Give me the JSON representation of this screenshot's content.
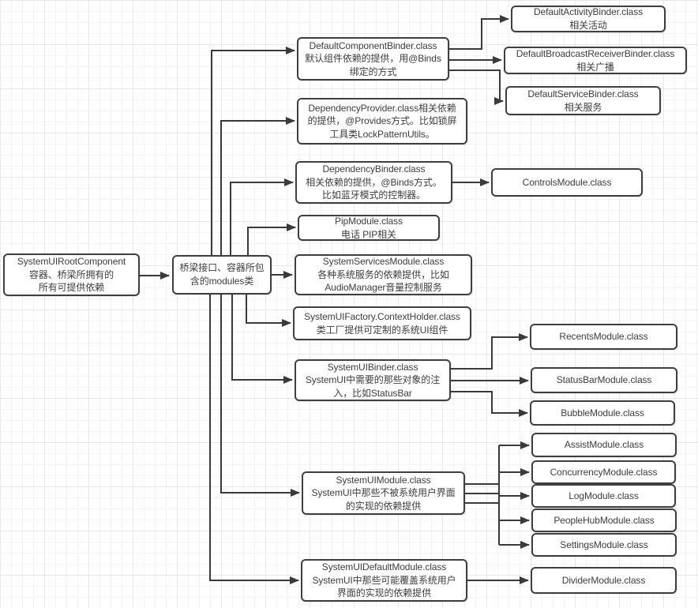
{
  "diagram": {
    "title": "SystemUI dependency injection modules diagram",
    "colors": {
      "node_border": "#3f3f3f",
      "node_fill": "#ffffff",
      "connector": "#3a3a3a",
      "text": "#3d3d3d",
      "grid_minor": "#f4f4f4",
      "grid_major": "#e8e8e8"
    }
  },
  "nodes": {
    "root": {
      "label": "SystemUIRootComponent\n容器、桥梁所拥有的\n所有可提供依赖"
    },
    "bridge": {
      "label": "桥梁接口、容器所包\n含的modules类"
    },
    "default_component_binder": {
      "label": "DefaultComponentBinder.class\n默认组件依赖的提供，用@Binds\n绑定的方式"
    },
    "dependency_provider": {
      "label": "DependencyProvider.class相关依赖\n的提供，@Provides方式。比如锁屏\n工具类LockPatternUtils。"
    },
    "dependency_binder": {
      "label": "DependencyBinder.class\n相关依赖的提供，@Binds方式。\n比如蓝牙模式的控制器。"
    },
    "pip_module": {
      "label": "PipModule.class\n电话 PIP相关"
    },
    "system_services_module": {
      "label": "SystemServicesModule.class\n各种系统服务的依赖提供，比如\nAudioManager音量控制服务"
    },
    "systemui_factory_context_holder": {
      "label": "SystemUIFactory.ContextHolder.class\n类工厂提供可定制的系统UI组件"
    },
    "systemui_binder": {
      "label": "SystemUIBinder.class\nSystemUI中需要的那些对象的注\n入，比如StatusBar"
    },
    "systemui_module": {
      "label": "SystemUIModule.class\nSystemUI中那些不被系统用户界面\n的实现的依赖提供"
    },
    "systemui_default_module": {
      "label": "SystemUIDefaultModule.class\nSystemUI中那些可能覆盖系统用户\n界面的实现的依赖提供"
    },
    "default_activity_binder": {
      "label": "DefaultActivityBinder.class\n相关活动"
    },
    "default_broadcast_receiver_binder": {
      "label": "DefaultBroadcastReceiverBinder.class\n相关广播"
    },
    "default_service_binder": {
      "label": "DefaultServiceBinder.class\n相关服务"
    },
    "controls_module": {
      "label": "ControlsModule.class"
    },
    "recents_module": {
      "label": "RecentsModule.class"
    },
    "statusbar_module": {
      "label": "StatusBarModule.class"
    },
    "bubble_module": {
      "label": "BubbleModule.class"
    },
    "assist_module": {
      "label": "AssistModule.class"
    },
    "concurrency_module": {
      "label": "ConcurrencyModule.class"
    },
    "log_module": {
      "label": "LogModule.class"
    },
    "peoplehub_module": {
      "label": "PeopleHubModule.class"
    },
    "settings_module": {
      "label": "SettingsModule.class"
    },
    "divider_module": {
      "label": "DividerModule.class"
    }
  },
  "edges": [
    {
      "from": "root",
      "to": "bridge"
    },
    {
      "from": "bridge",
      "to": "default_component_binder"
    },
    {
      "from": "bridge",
      "to": "dependency_provider"
    },
    {
      "from": "bridge",
      "to": "dependency_binder"
    },
    {
      "from": "bridge",
      "to": "pip_module"
    },
    {
      "from": "bridge",
      "to": "system_services_module"
    },
    {
      "from": "bridge",
      "to": "systemui_factory_context_holder"
    },
    {
      "from": "bridge",
      "to": "systemui_binder"
    },
    {
      "from": "bridge",
      "to": "systemui_module"
    },
    {
      "from": "bridge",
      "to": "systemui_default_module"
    },
    {
      "from": "default_component_binder",
      "to": "default_activity_binder"
    },
    {
      "from": "default_component_binder",
      "to": "default_broadcast_receiver_binder"
    },
    {
      "from": "default_component_binder",
      "to": "default_service_binder"
    },
    {
      "from": "dependency_binder",
      "to": "controls_module"
    },
    {
      "from": "systemui_binder",
      "to": "recents_module"
    },
    {
      "from": "systemui_binder",
      "to": "statusbar_module"
    },
    {
      "from": "systemui_binder",
      "to": "bubble_module"
    },
    {
      "from": "systemui_module",
      "to": "assist_module"
    },
    {
      "from": "systemui_module",
      "to": "concurrency_module"
    },
    {
      "from": "systemui_module",
      "to": "log_module"
    },
    {
      "from": "systemui_module",
      "to": "peoplehub_module"
    },
    {
      "from": "systemui_module",
      "to": "settings_module"
    },
    {
      "from": "systemui_default_module",
      "to": "divider_module"
    }
  ]
}
